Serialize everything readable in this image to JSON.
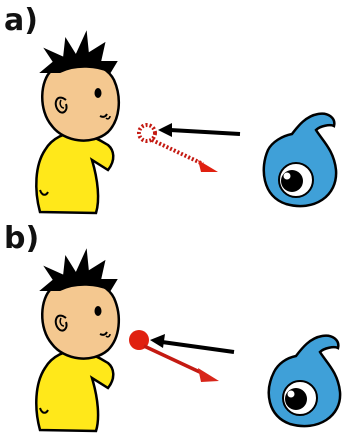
{
  "panels": [
    {
      "label": "a)",
      "ball_style": "dashed-outline"
    },
    {
      "label": "b)",
      "ball_style": "solid"
    }
  ],
  "colors": {
    "skin": "#F4C890",
    "shirt": "#FFE81A",
    "hair": "#000000",
    "outline": "#000000",
    "ball": "#E02010",
    "incoming_arrow": "#000000",
    "outgoing_arrow": "#D8261A",
    "creature_body": "#3FA0D8",
    "creature_eye_white": "#ffffff",
    "creature_pupil": "#000000",
    "background": "#ffffff"
  },
  "icons": [
    "boy-character",
    "blue-eye-creature",
    "ball",
    "incoming-arrow",
    "outgoing-arrow"
  ]
}
